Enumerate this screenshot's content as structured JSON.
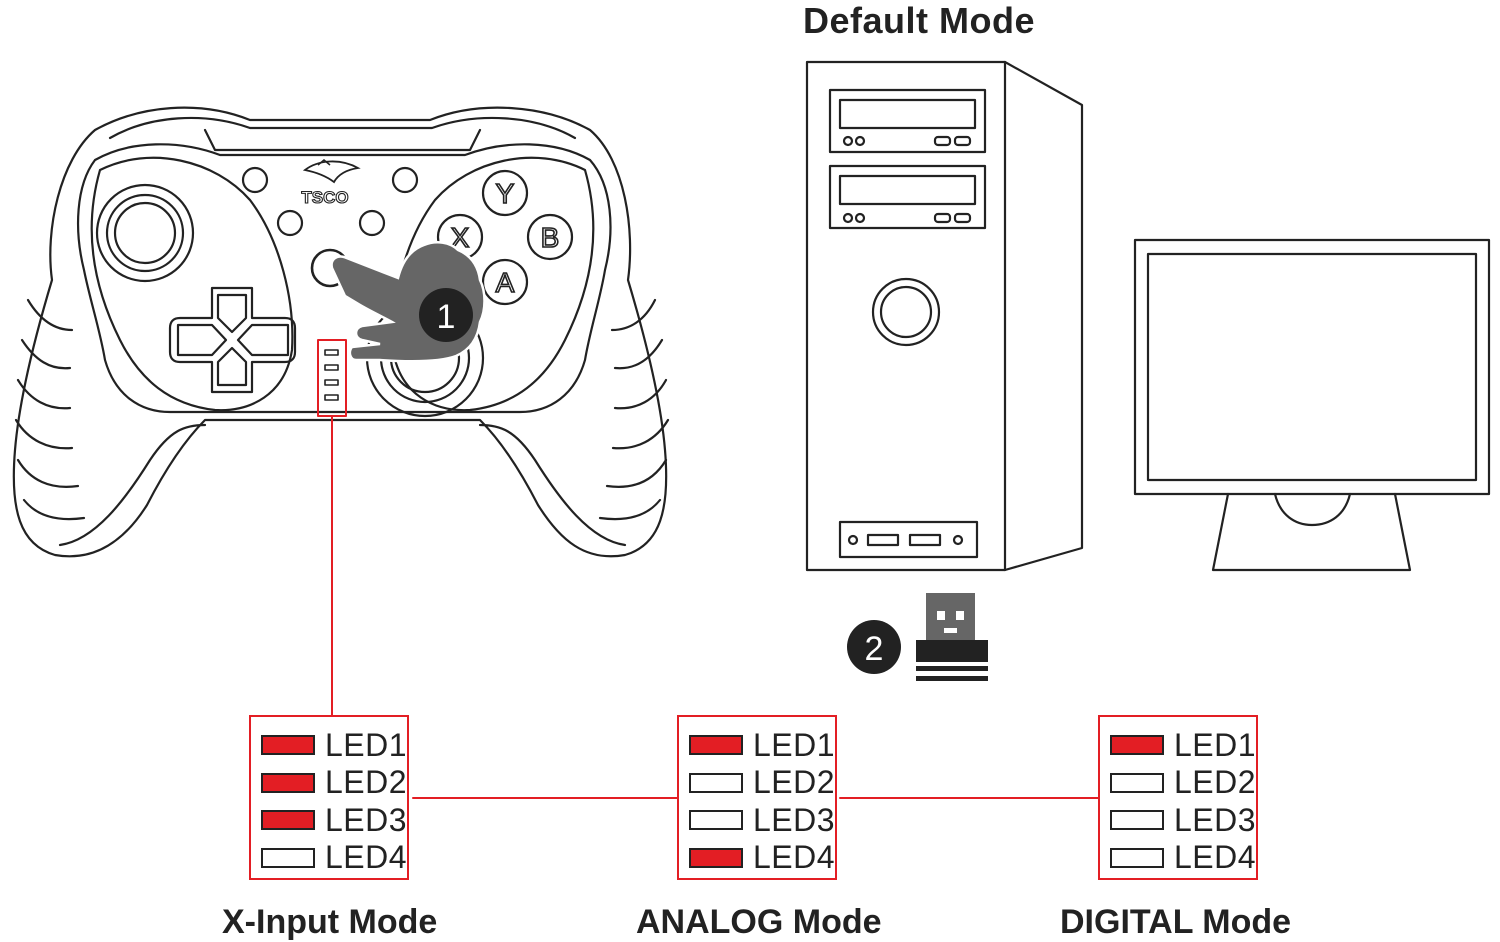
{
  "title": "Default Mode",
  "steps": [
    "1",
    "2"
  ],
  "controller": {
    "logo_text": "TSCO",
    "buttons": {
      "y": "Y",
      "x": "X",
      "b": "B",
      "a": "A"
    }
  },
  "colors": {
    "accent": "#e31e24",
    "line": "#222222",
    "hand": "#666666",
    "badge": "#222222"
  },
  "modes": [
    {
      "label": "X-Input Mode",
      "leds": [
        {
          "name": "LED1",
          "on": true
        },
        {
          "name": "LED2",
          "on": true
        },
        {
          "name": "LED3",
          "on": true
        },
        {
          "name": "LED4",
          "on": false
        }
      ]
    },
    {
      "label": "ANALOG Mode",
      "leds": [
        {
          "name": "LED1",
          "on": true
        },
        {
          "name": "LED2",
          "on": false
        },
        {
          "name": "LED3",
          "on": false
        },
        {
          "name": "LED4",
          "on": true
        }
      ]
    },
    {
      "label": "DIGITAL Mode",
      "leds": [
        {
          "name": "LED1",
          "on": true
        },
        {
          "name": "LED2",
          "on": false
        },
        {
          "name": "LED3",
          "on": false
        },
        {
          "name": "LED4",
          "on": false
        }
      ]
    }
  ]
}
